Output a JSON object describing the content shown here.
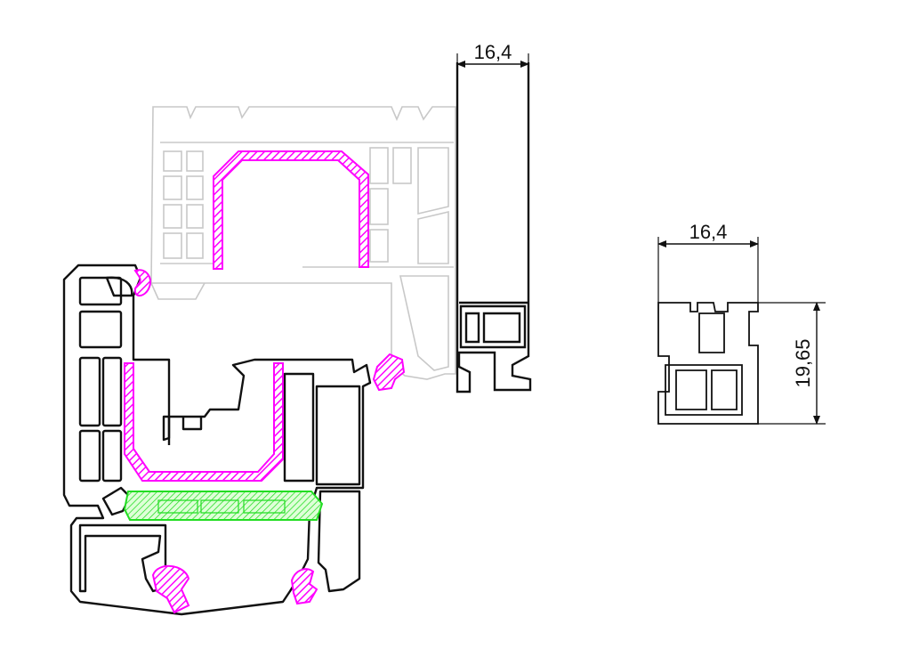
{
  "dimensions": {
    "top_width": "16,4",
    "right_width": "16,4",
    "right_height": "19,65"
  },
  "colors": {
    "outline": "#111111",
    "background_profile": "#c8c8c8",
    "reinforcement": "#ff00ff",
    "gasket": "#ff00ff",
    "glazing_bead": "#22dd22"
  }
}
